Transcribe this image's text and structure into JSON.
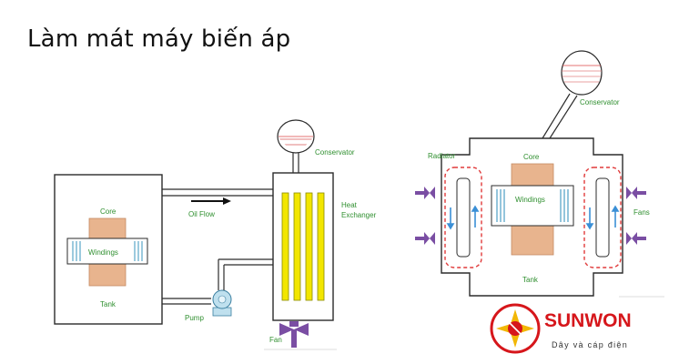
{
  "title": "Làm mát máy biến áp",
  "left_diagram": {
    "core": "Core",
    "windings": "Windings",
    "tank": "Tank",
    "oil_flow": "Oil Flow",
    "pump": "Pump",
    "fan": "Fan",
    "conservator": "Conservator",
    "heat_exchanger_line1": "Heat",
    "heat_exchanger_line2": "Exchanger"
  },
  "right_diagram": {
    "conservator": "Conservator",
    "radiator": "Radiator",
    "core": "Core",
    "windings": "Windings",
    "tank": "Tank",
    "fans": "Fans"
  },
  "logo": {
    "brand": "SUNWON",
    "tagline": "Dây và cáp điện"
  },
  "colors": {
    "line": "#2b2b2b",
    "core": "#e8b48e",
    "coil": "#5aa6c8",
    "heat_bar": "#f2e600",
    "fan": "#7a4ea3",
    "oil_arrow": "#3a8fd6",
    "radiator_dash": "#e03a3a",
    "brand_red": "#d6161b"
  }
}
